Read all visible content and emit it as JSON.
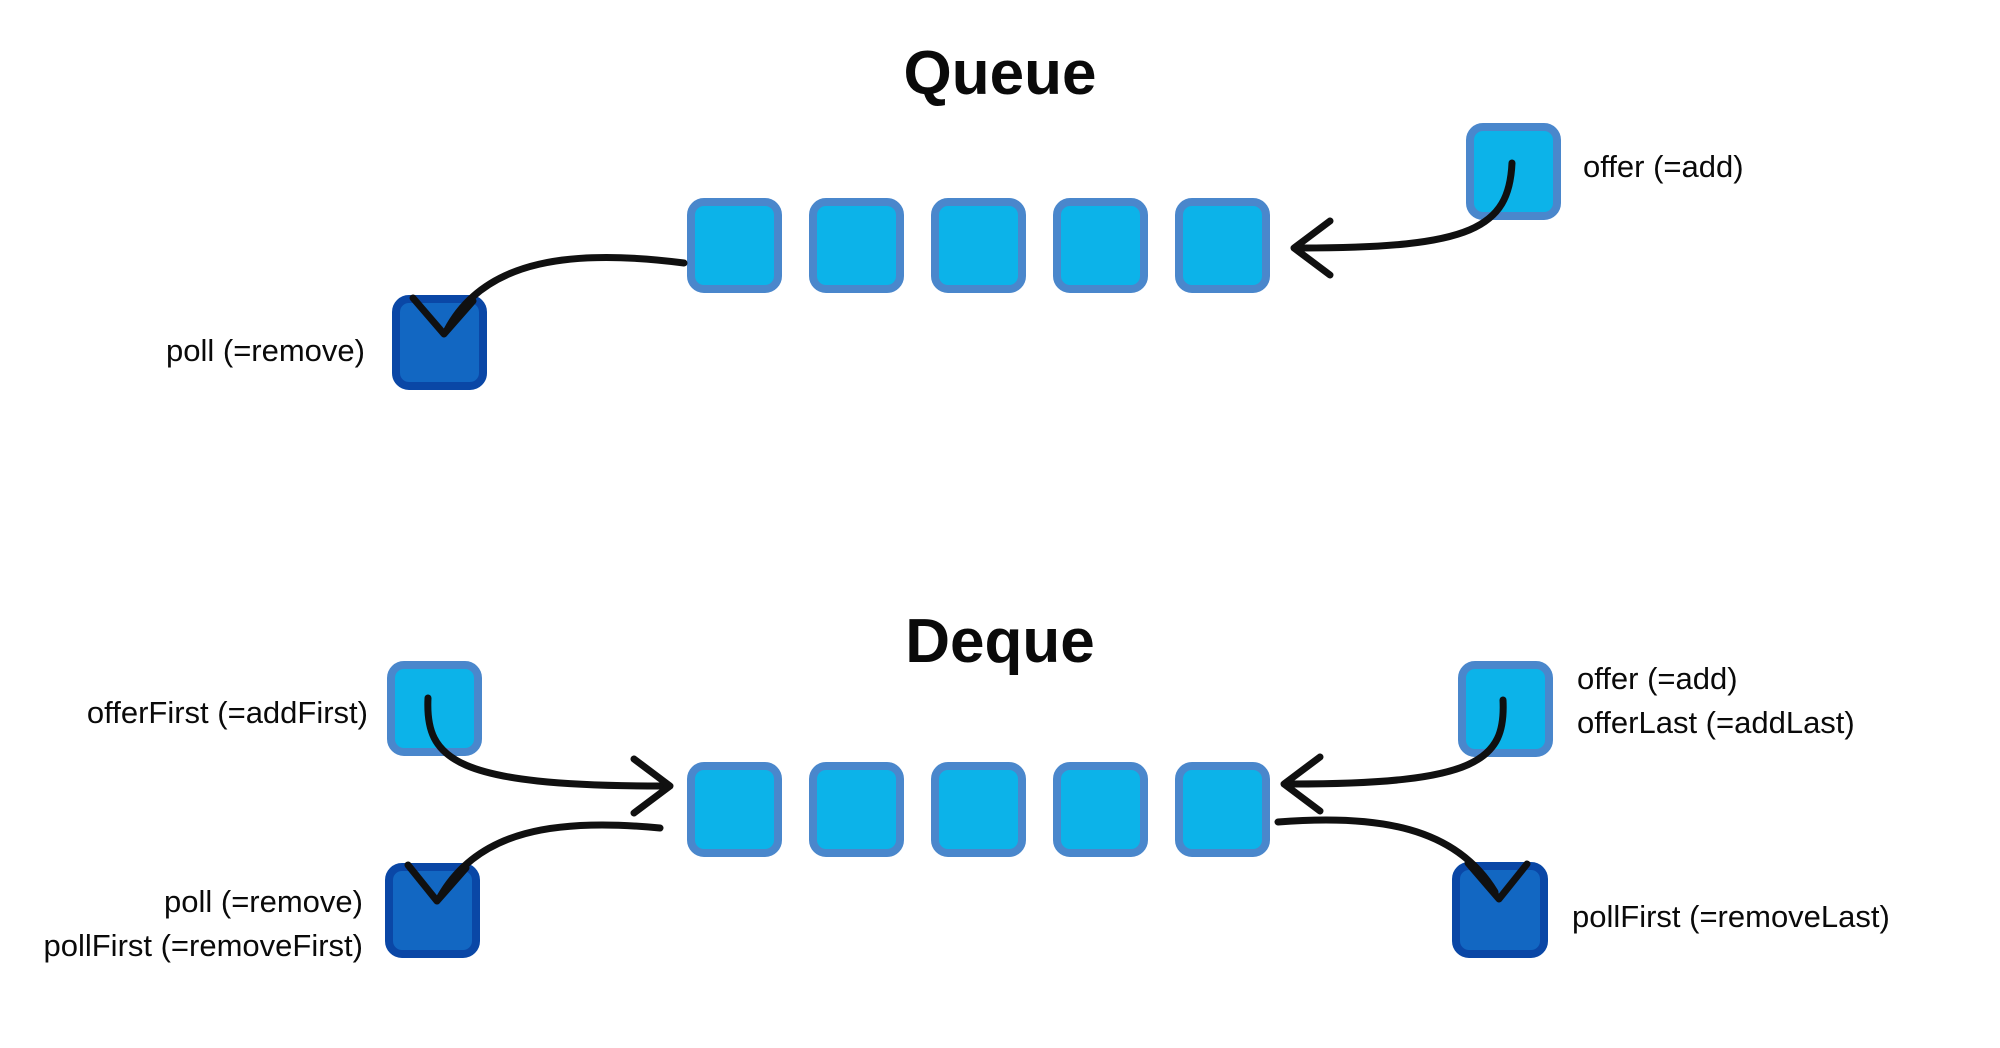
{
  "diagram": {
    "queue": {
      "title": "Queue",
      "cell_count": 5,
      "offer_label": "offer (=add)",
      "poll_label": "poll (=remove)"
    },
    "deque": {
      "title": "Deque",
      "cell_count": 5,
      "offer_first_label": "offerFirst (=addFirst)",
      "offer_label": "offer (=add)",
      "offer_last_label": "offerLast (=addLast)",
      "poll_label": "poll (=remove)",
      "poll_first_label": "pollFirst (=removeFirst)",
      "poll_last_label": "pollFirst (=removeLast)"
    }
  },
  "colors": {
    "cell_fill": "#0cb3e9",
    "cell_border": "#4a87cc",
    "dark_fill": "#1267c2",
    "dark_border": "#0a47a6",
    "arrow": "#101010",
    "text": "#0a0a0a",
    "background": "#ffffff"
  }
}
